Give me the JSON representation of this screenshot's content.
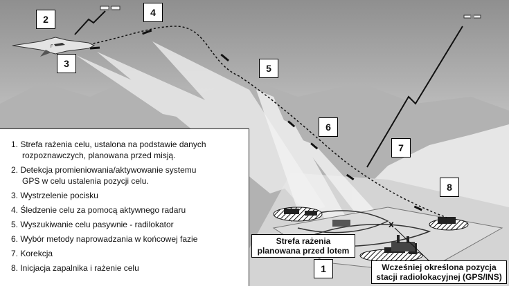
{
  "markers": {
    "m1": "1",
    "m2": "2",
    "m3": "3",
    "m4": "4",
    "m5": "5",
    "m6": "6",
    "m7": "7",
    "m8": "8"
  },
  "legend": [
    {
      "main": "1. Strefa rażenia celu, ustalona na podstawie danych",
      "sub": "rozpoznawczych, planowana przed misją."
    },
    {
      "main": "2. Detekcja promieniowania/aktywowanie systemu",
      "sub": "GPS w celu ustalenia pozycji celu."
    },
    {
      "main": "3. Wystrzelenie pocisku"
    },
    {
      "main": "4. Śledzenie celu za pomocą aktywnego radaru"
    },
    {
      "main": "5. Wyszukiwanie celu pasywnie - radilokator"
    },
    {
      "main": "6. Wybór metody naprowadzania w końcowej fazie"
    },
    {
      "main": "7. Korekcja"
    },
    {
      "main": "8. Inicjacja zapalnika i rażenie celu"
    }
  ],
  "labels": {
    "strike_zone_line1": "Strefa rażenia",
    "strike_zone_line2": "planowana przed lotem",
    "radar_pos_line1": "Wcześniej określona pozycja",
    "radar_pos_line2": "stacji radiolokacyjnej (GPS/INS)",
    "x_mark": "x"
  },
  "icons": [
    "fighter-jet-icon",
    "satellite-icon",
    "missile-icon",
    "radar-station-icon",
    "lightning-bolt-icon"
  ]
}
